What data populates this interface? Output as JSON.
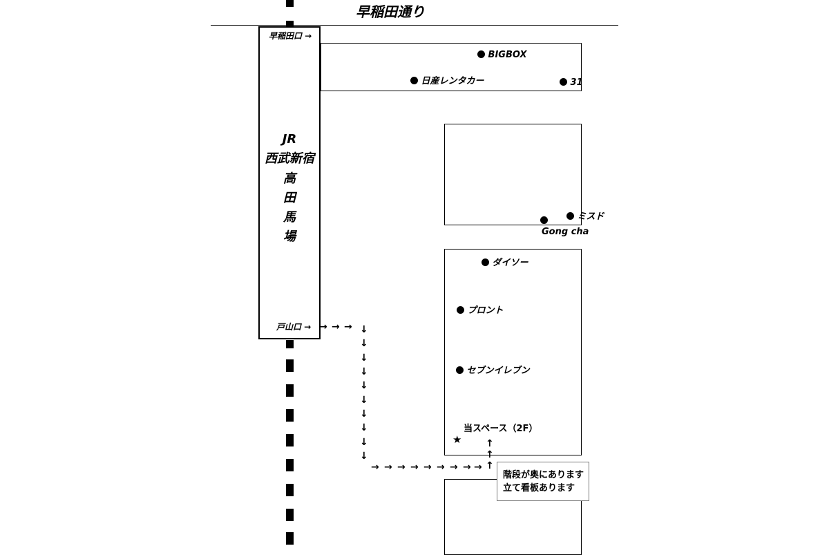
{
  "street": {
    "name": "早稲田通り"
  },
  "station": {
    "lines": [
      "JR",
      "西武新宿"
    ],
    "name_chars": [
      "高",
      "田",
      "馬",
      "場"
    ],
    "north_exit": "早稲田口 →",
    "south_exit": "戸山口 →"
  },
  "landmarks": {
    "bigbox": "BIGBOX",
    "nissan": "日産レンタカー",
    "baskin": "31",
    "misdo": "ミスド",
    "gongcha": "Gong cha",
    "daiso": "ダイソー",
    "pronto": "プロント",
    "seven": "セブンイレブン"
  },
  "destination": {
    "label": "当スペース（2F）",
    "marker": "★"
  },
  "note": {
    "line1": "階段が奥にあります",
    "line2": "立て看板あります"
  },
  "route": {
    "right_glyph": "→",
    "down_glyph": "↓",
    "up_glyph": "↑"
  },
  "colors": {
    "ink": "#000000",
    "background": "#ffffff",
    "note_border": "#777777"
  }
}
